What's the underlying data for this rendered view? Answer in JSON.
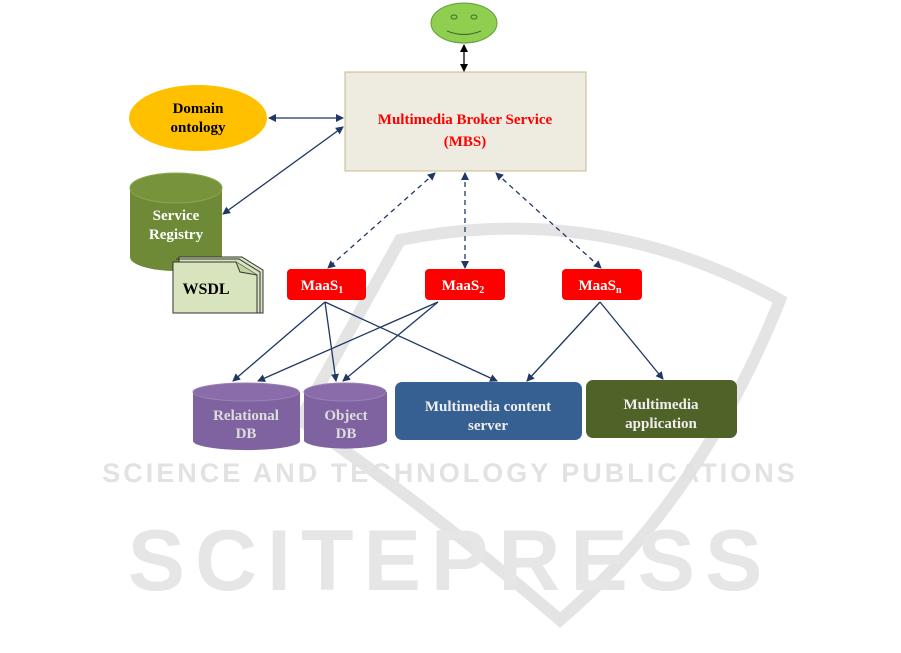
{
  "watermark": {
    "brand": "SCITEPRESS",
    "tagline": "SCIENCE AND TECHNOLOGY PUBLICATIONS"
  },
  "nodes": {
    "user": {
      "icon": "smiley-face-icon",
      "color": "#8fcf4f"
    },
    "broker": {
      "line1": "Multimedia Broker Service",
      "line2": "(MBS)",
      "text_color": "#ff0000",
      "fill": "#eeebe0"
    },
    "ontology": {
      "line1": "Domain",
      "line2": "ontology",
      "fill": "#ffc000"
    },
    "registry": {
      "line1": "Service",
      "line2": "Registry",
      "fill": "#77933c"
    },
    "wsdl": {
      "label": "WSDL",
      "fill": "#d7e4bd"
    },
    "maas1": {
      "base": "MaaS",
      "sub": "1"
    },
    "maas2": {
      "base": "MaaS",
      "sub": "2"
    },
    "maasn": {
      "base": "MaaS",
      "sub": "n"
    },
    "relational_db": {
      "line1": "Relational",
      "line2": "DB",
      "fill": "#8064a2"
    },
    "object_db": {
      "line1": "Object",
      "line2": "DB",
      "fill": "#8064a2"
    },
    "content_server": {
      "line1": "Multimedia content",
      "line2": "server",
      "fill": "#376092"
    },
    "application": {
      "line1": "Multimedia",
      "line2": "application",
      "fill": "#4f6228"
    }
  },
  "colors": {
    "maas": "#ff0000",
    "arrow": "#1f3864"
  }
}
